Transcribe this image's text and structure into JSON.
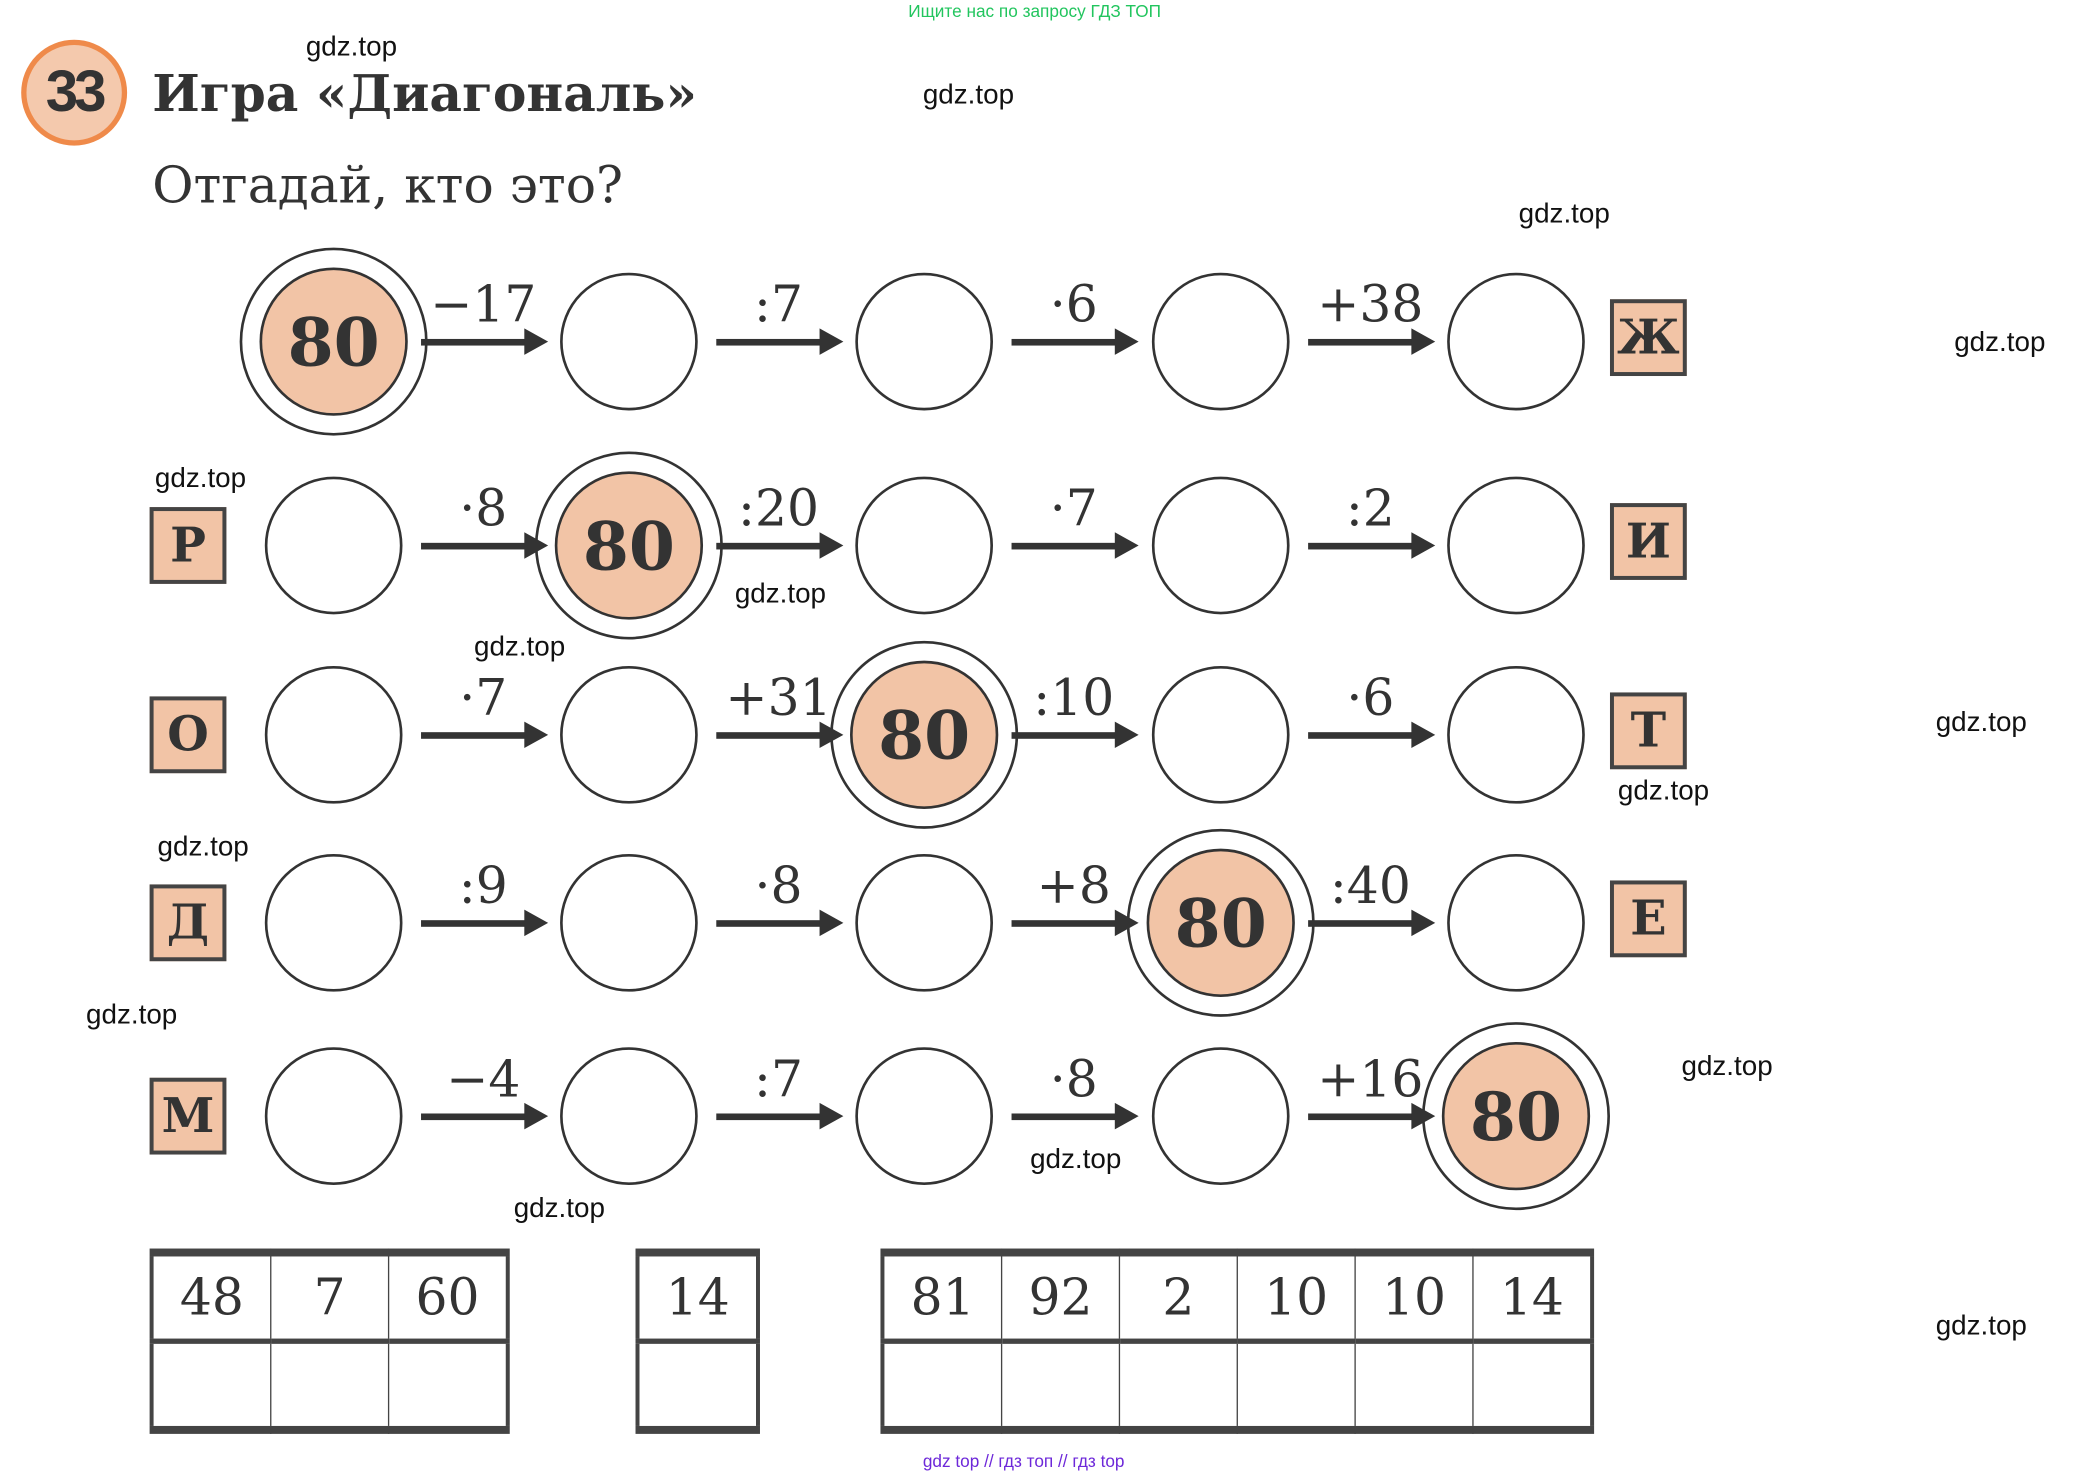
{
  "top_note": "Ищите нас по запросу ГДЗ ТОП",
  "bottom_note": "gdz top  //  гдз топ  //  гдз top",
  "watermark": "gdz.top",
  "exercise_number": "33",
  "title": "Игра «Диагональ»",
  "subtitle": "Отгадай, кто это?",
  "start_value": "80",
  "rows": [
    {
      "left_letter": "",
      "right_letter": "Ж",
      "ops": [
        "−17",
        ":7",
        "·6",
        "+38"
      ],
      "highlight": 0
    },
    {
      "left_letter": "Р",
      "right_letter": "И",
      "ops": [
        "·8",
        ":20",
        "·7",
        ":2"
      ],
      "highlight": 1
    },
    {
      "left_letter": "О",
      "right_letter": "Т",
      "ops": [
        "·7",
        "+31",
        ":10",
        "·6"
      ],
      "highlight": 2
    },
    {
      "left_letter": "Д",
      "right_letter": "Е",
      "ops": [
        ":9",
        "·8",
        "+8",
        ":40"
      ],
      "highlight": 3
    },
    {
      "left_letter": "М",
      "right_letter": "",
      "ops": [
        "−4",
        ":7",
        "·8",
        "+16"
      ],
      "highlight": 4
    }
  ],
  "tables": [
    [
      "48",
      "7",
      "60"
    ],
    [
      "14"
    ],
    [
      "81",
      "92",
      "2",
      "10",
      "10",
      "14"
    ]
  ],
  "colors": {
    "highlight": "#f2c4a6",
    "badge_border": "#ef8a4a",
    "top_note": "#22c55e",
    "bottom_note": "#6d28d9"
  }
}
